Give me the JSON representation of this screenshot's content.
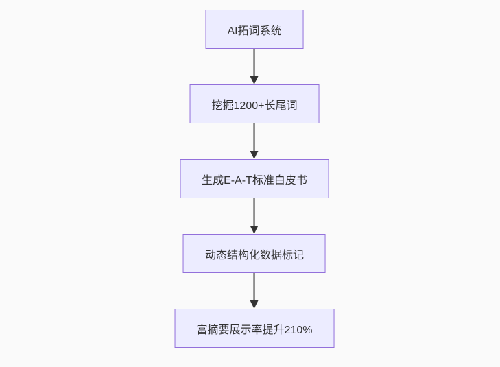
{
  "colors": {
    "page_bg": "#fafafa",
    "node_fill": "#ECECFF",
    "node_border": "#9370DB",
    "node_text": "#333333",
    "edge_color": "#333333"
  },
  "diagram": {
    "type": "flowchart",
    "direction": "top-down",
    "nodes": [
      {
        "id": "A",
        "label": "AI拓词系统"
      },
      {
        "id": "B",
        "label": "挖掘1200+长尾词"
      },
      {
        "id": "C",
        "label": "生成E-A-T标准白皮书"
      },
      {
        "id": "D",
        "label": "动态结构化数据标记"
      },
      {
        "id": "E",
        "label": "富摘要展示率提升210%"
      }
    ],
    "edges": [
      {
        "from": "A",
        "to": "B",
        "arrow": "down"
      },
      {
        "from": "B",
        "to": "C",
        "arrow": "down"
      },
      {
        "from": "C",
        "to": "D",
        "arrow": "down"
      },
      {
        "from": "D",
        "to": "E",
        "arrow": "down"
      }
    ]
  }
}
